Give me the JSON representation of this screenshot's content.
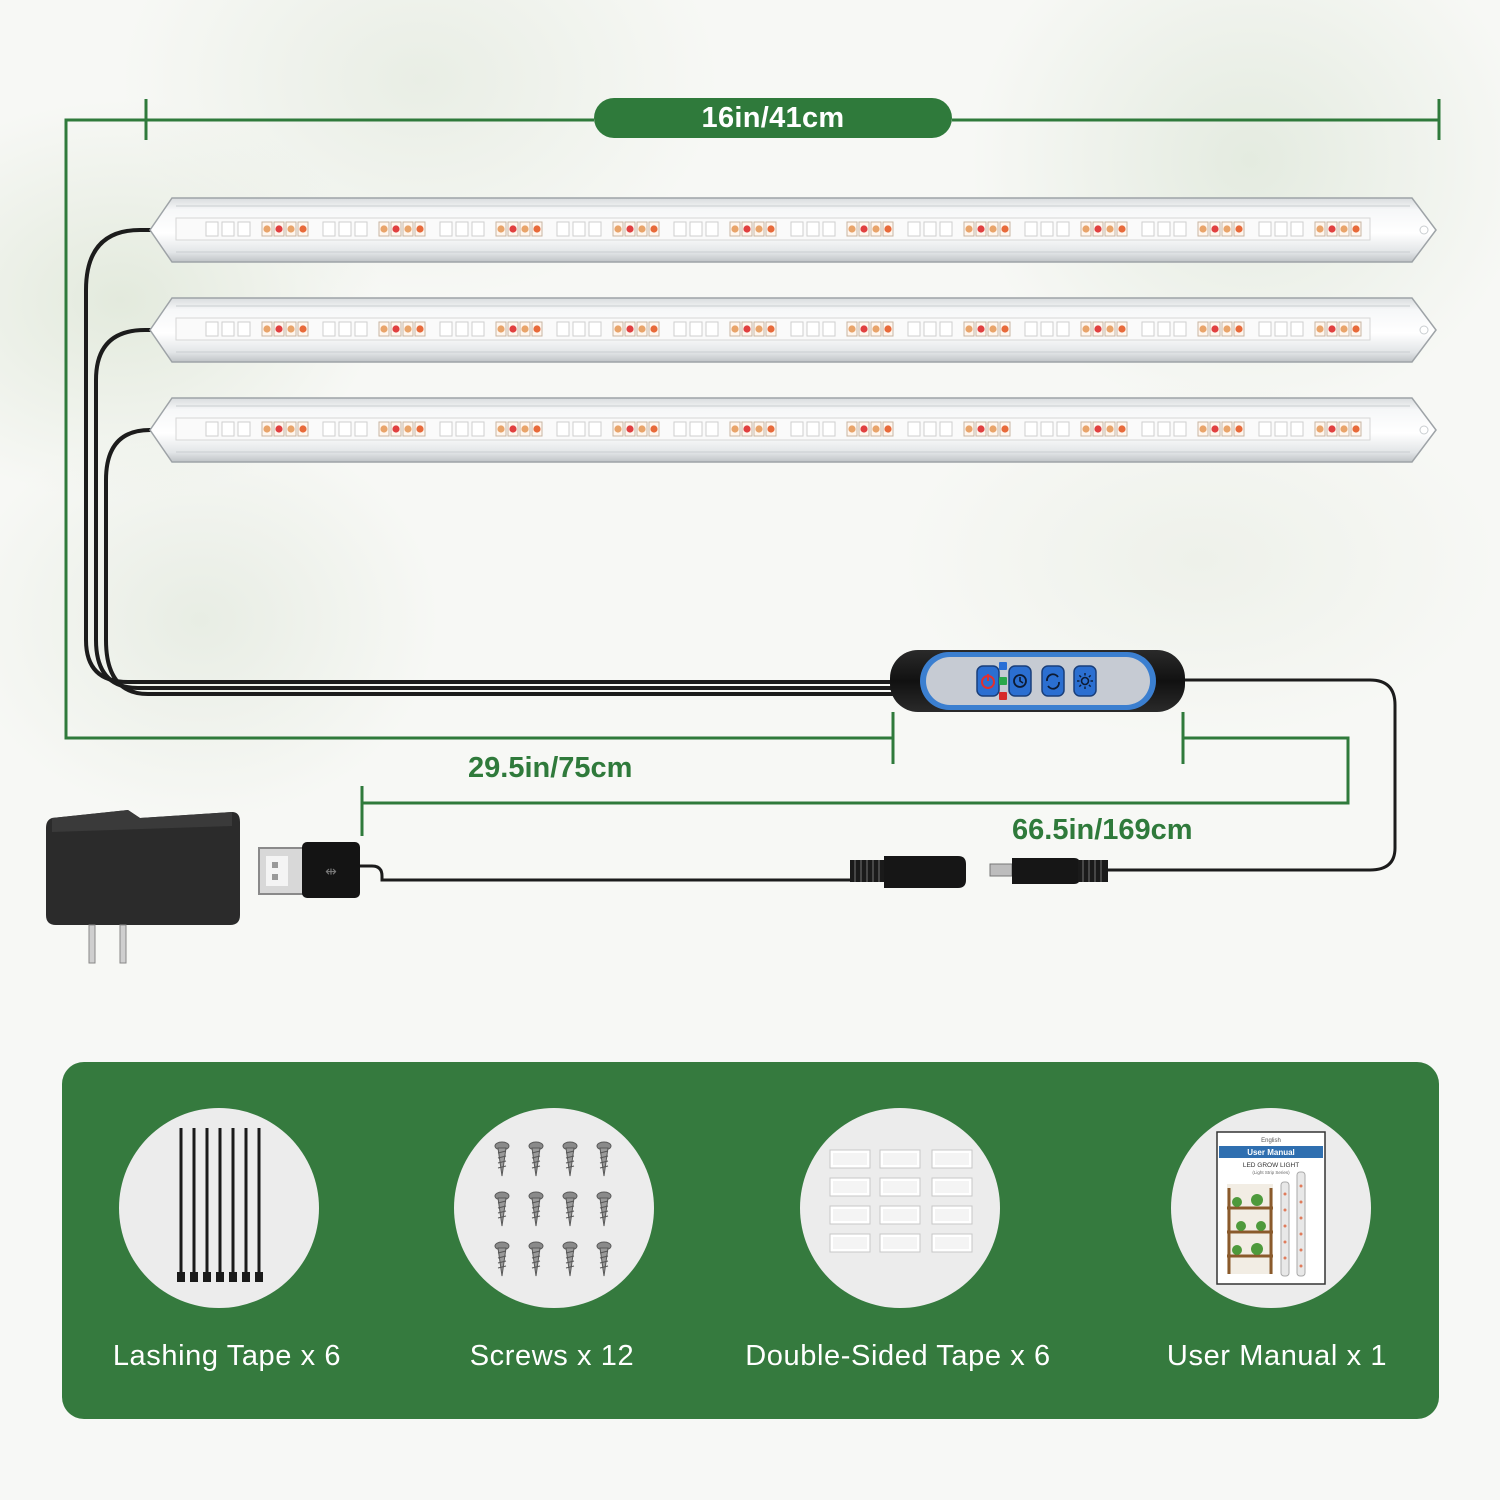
{
  "dimensions": {
    "bar_length": "16in/41cm",
    "cable_to_controller": "29.5in/75cm",
    "cable_to_plug": "66.5in/169cm"
  },
  "controller": {
    "buttons": [
      "power-icon",
      "timer-icon",
      "mode-cycle-icon",
      "brightness-icon"
    ],
    "indicator_colors": [
      "#2a6fd6",
      "#2aa84a",
      "#d62a2a"
    ]
  },
  "accessories": [
    {
      "label": "Lashing Tape x 6",
      "icon": "cable-ties-icon"
    },
    {
      "label": "Screws x 12",
      "icon": "screws-icon"
    },
    {
      "label": "Double-Sided Tape x 6",
      "icon": "double-sided-tape-icon"
    },
    {
      "label": "User Manual x 1",
      "icon": "user-manual-icon"
    }
  ],
  "manual": {
    "language": "English",
    "title": "User Manual",
    "product": "LED GROW LIGHT",
    "series": "(Light Strip Series)"
  },
  "colors": {
    "accent_green": "#2f7a3b",
    "panel_green": "#357a3e"
  }
}
